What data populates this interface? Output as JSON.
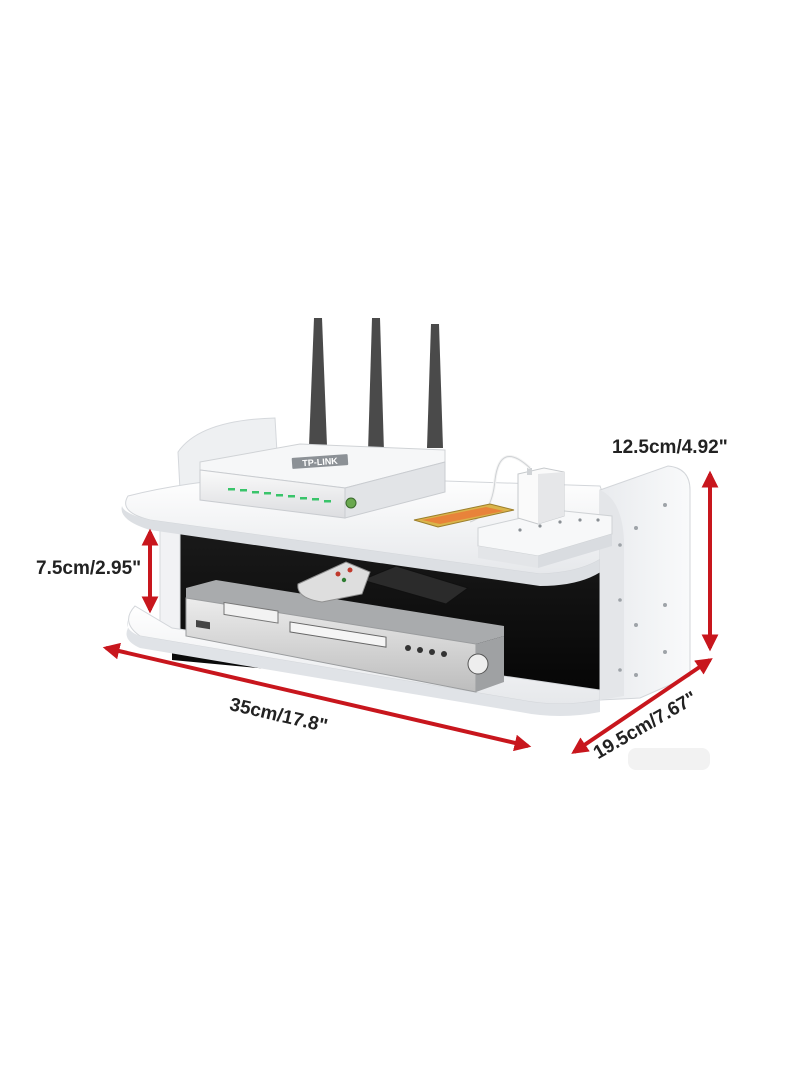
{
  "dimensions": {
    "height_lower": "7.5cm/2.95\"",
    "height_total": "12.5cm/4.92\"",
    "width": "35cm/17.8\"",
    "depth": "19.5cm/7.67\""
  },
  "router": {
    "brand": "TP-LINK"
  },
  "colors": {
    "arrow": "#c8161d",
    "shelf": "#f4f5f7",
    "shelf_edge": "#d9dce0",
    "interior": "#0c0c0c",
    "router_body": "#f1f2f3",
    "router_leds": "#39c46a",
    "antenna": "#4a4a4a",
    "dvd_player": "#d8d8d8"
  },
  "icons": {
    "dimension_arrow": "double-headed-arrow"
  }
}
